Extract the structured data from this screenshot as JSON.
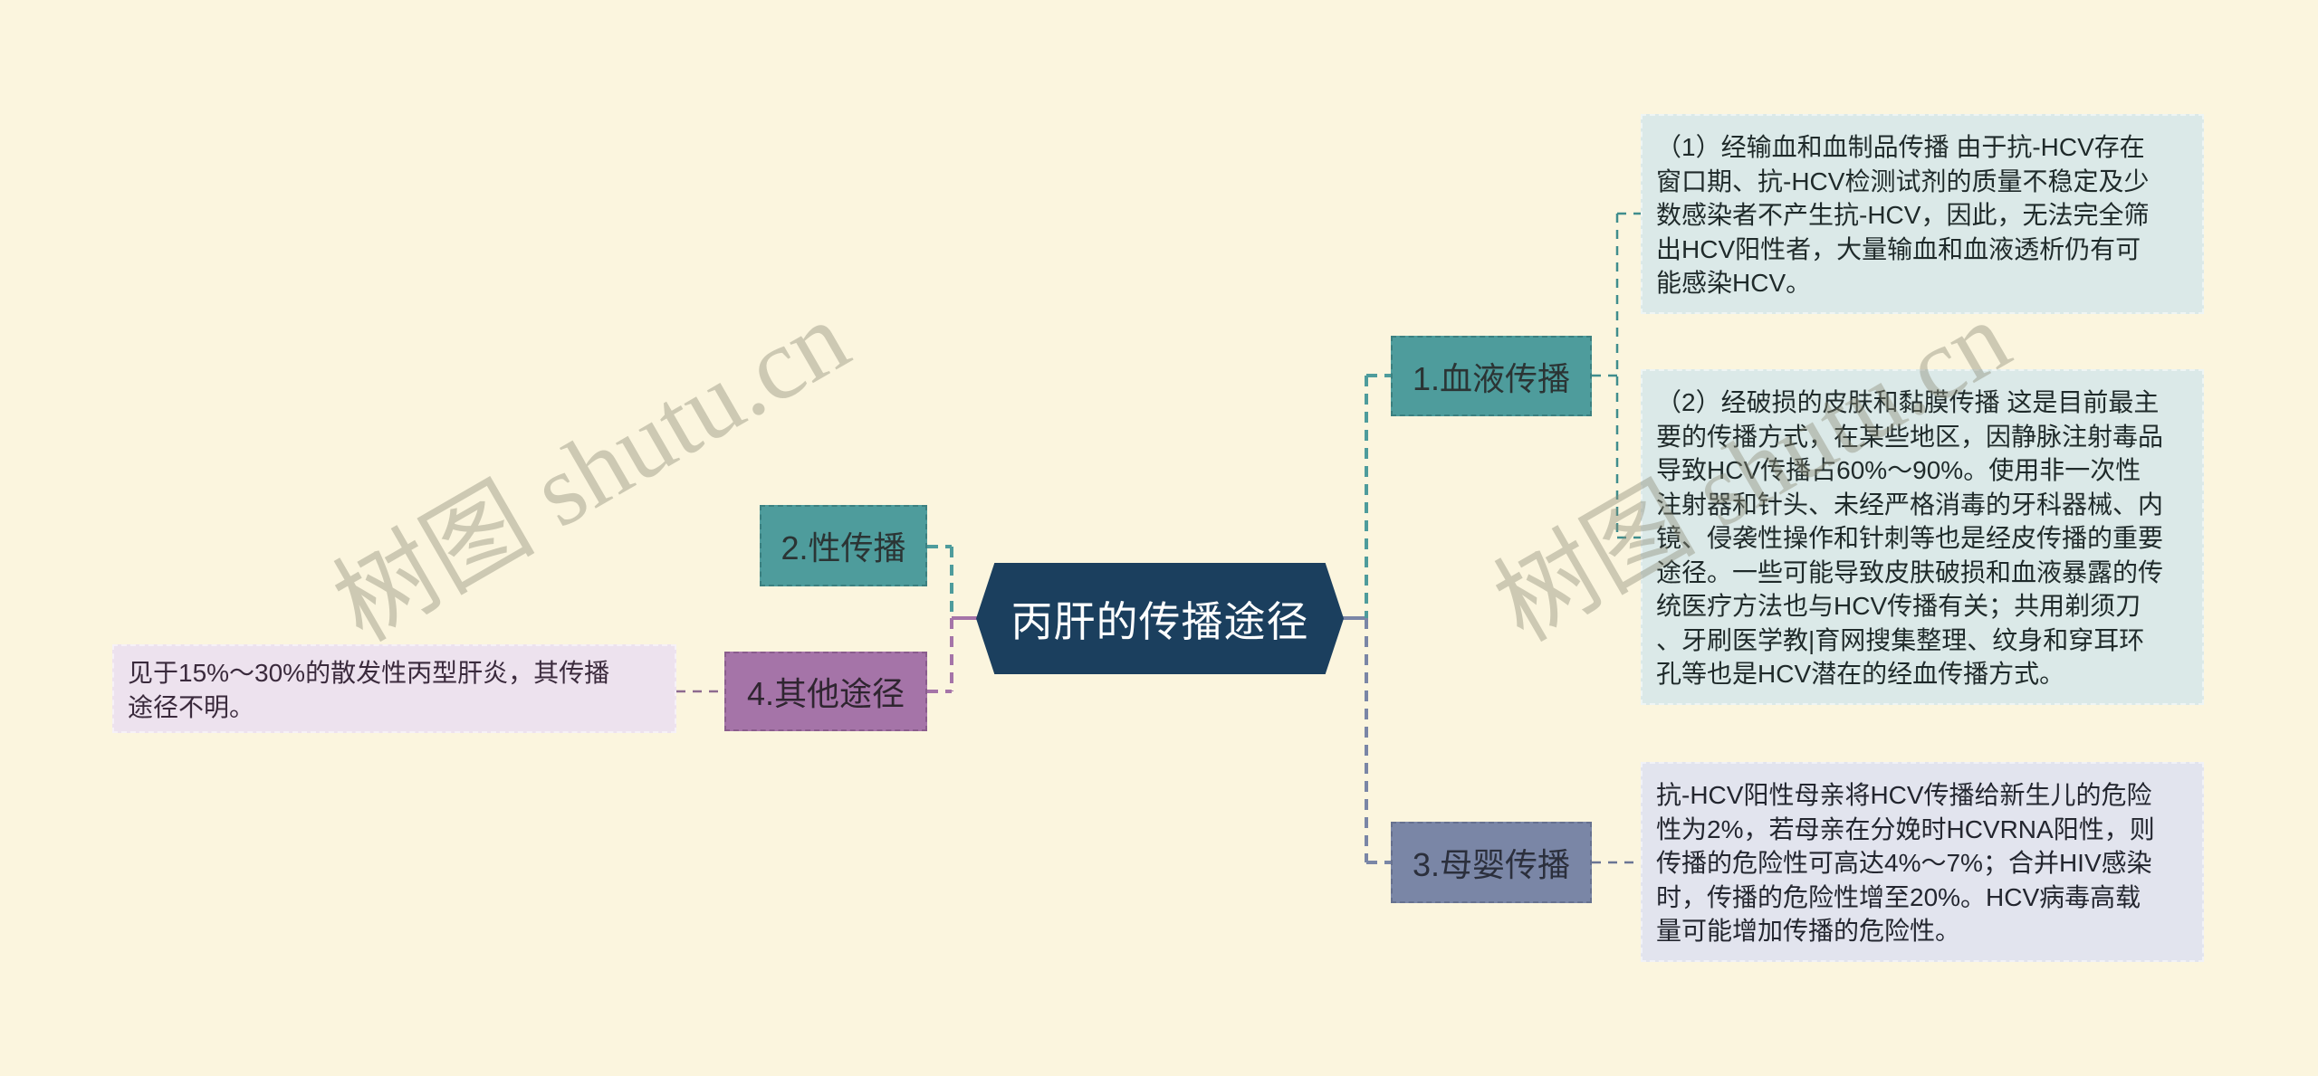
{
  "title": "丙肝的传播途径",
  "watermark": "树图 shutu.cn",
  "colors": {
    "background": "#fbf5de",
    "root": "#1b3f5e",
    "teal": "#4e9c9c",
    "purple": "#a574a8",
    "slate": "#7a86a6",
    "leaf_teal": "#dbe9e8",
    "leaf_purple": "#ede2ee",
    "leaf_slate": "#e2e4ee"
  },
  "branches": [
    {
      "label": "1.血液传播",
      "leaves": [
        {
          "lines": [
            "（1）经输血和血制品传播 由于抗-HCV存在",
            "窗口期、抗-HCV检测试剂的质量不稳定及少",
            "数感染者不产生抗-HCV，因此，无法完全筛",
            "出HCV阳性者，大量输血和血液透析仍有可",
            "能感染HCV。"
          ]
        },
        {
          "lines": [
            "（2）经破损的皮肤和黏膜传播 这是目前最主",
            "要的传播方式，在某些地区，因静脉注射毒品",
            "导致HCV传播占60%～90%。使用非一次性",
            "注射器和针头、未经严格消毒的牙科器械、内",
            "镜、侵袭性操作和针刺等也是经皮传播的重要",
            "途径。一些可能导致皮肤破损和血液暴露的传",
            "统医疗方法也与HCV传播有关；共用剃须刀",
            "、牙刷医学教|育网搜集整理、纹身和穿耳环",
            "孔等也是HCV潜在的经血传播方式。"
          ]
        }
      ]
    },
    {
      "label": "2.性传播",
      "leaves": []
    },
    {
      "label": "3.母婴传播",
      "leaves": [
        {
          "lines": [
            "抗-HCV阳性母亲将HCV传播给新生儿的危险",
            "性为2%，若母亲在分娩时HCVRNA阳性，则",
            "传播的危险性可高达4%～7%；合并HIV感染",
            "时，传播的危险性增至20%。HCV病毒高载",
            "量可能增加传播的危险性。"
          ]
        }
      ]
    },
    {
      "label": "4.其他途径",
      "leaves": [
        {
          "lines": [
            "见于15%～30%的散发性丙型肝炎，其传播",
            "途径不明。"
          ]
        }
      ]
    }
  ]
}
